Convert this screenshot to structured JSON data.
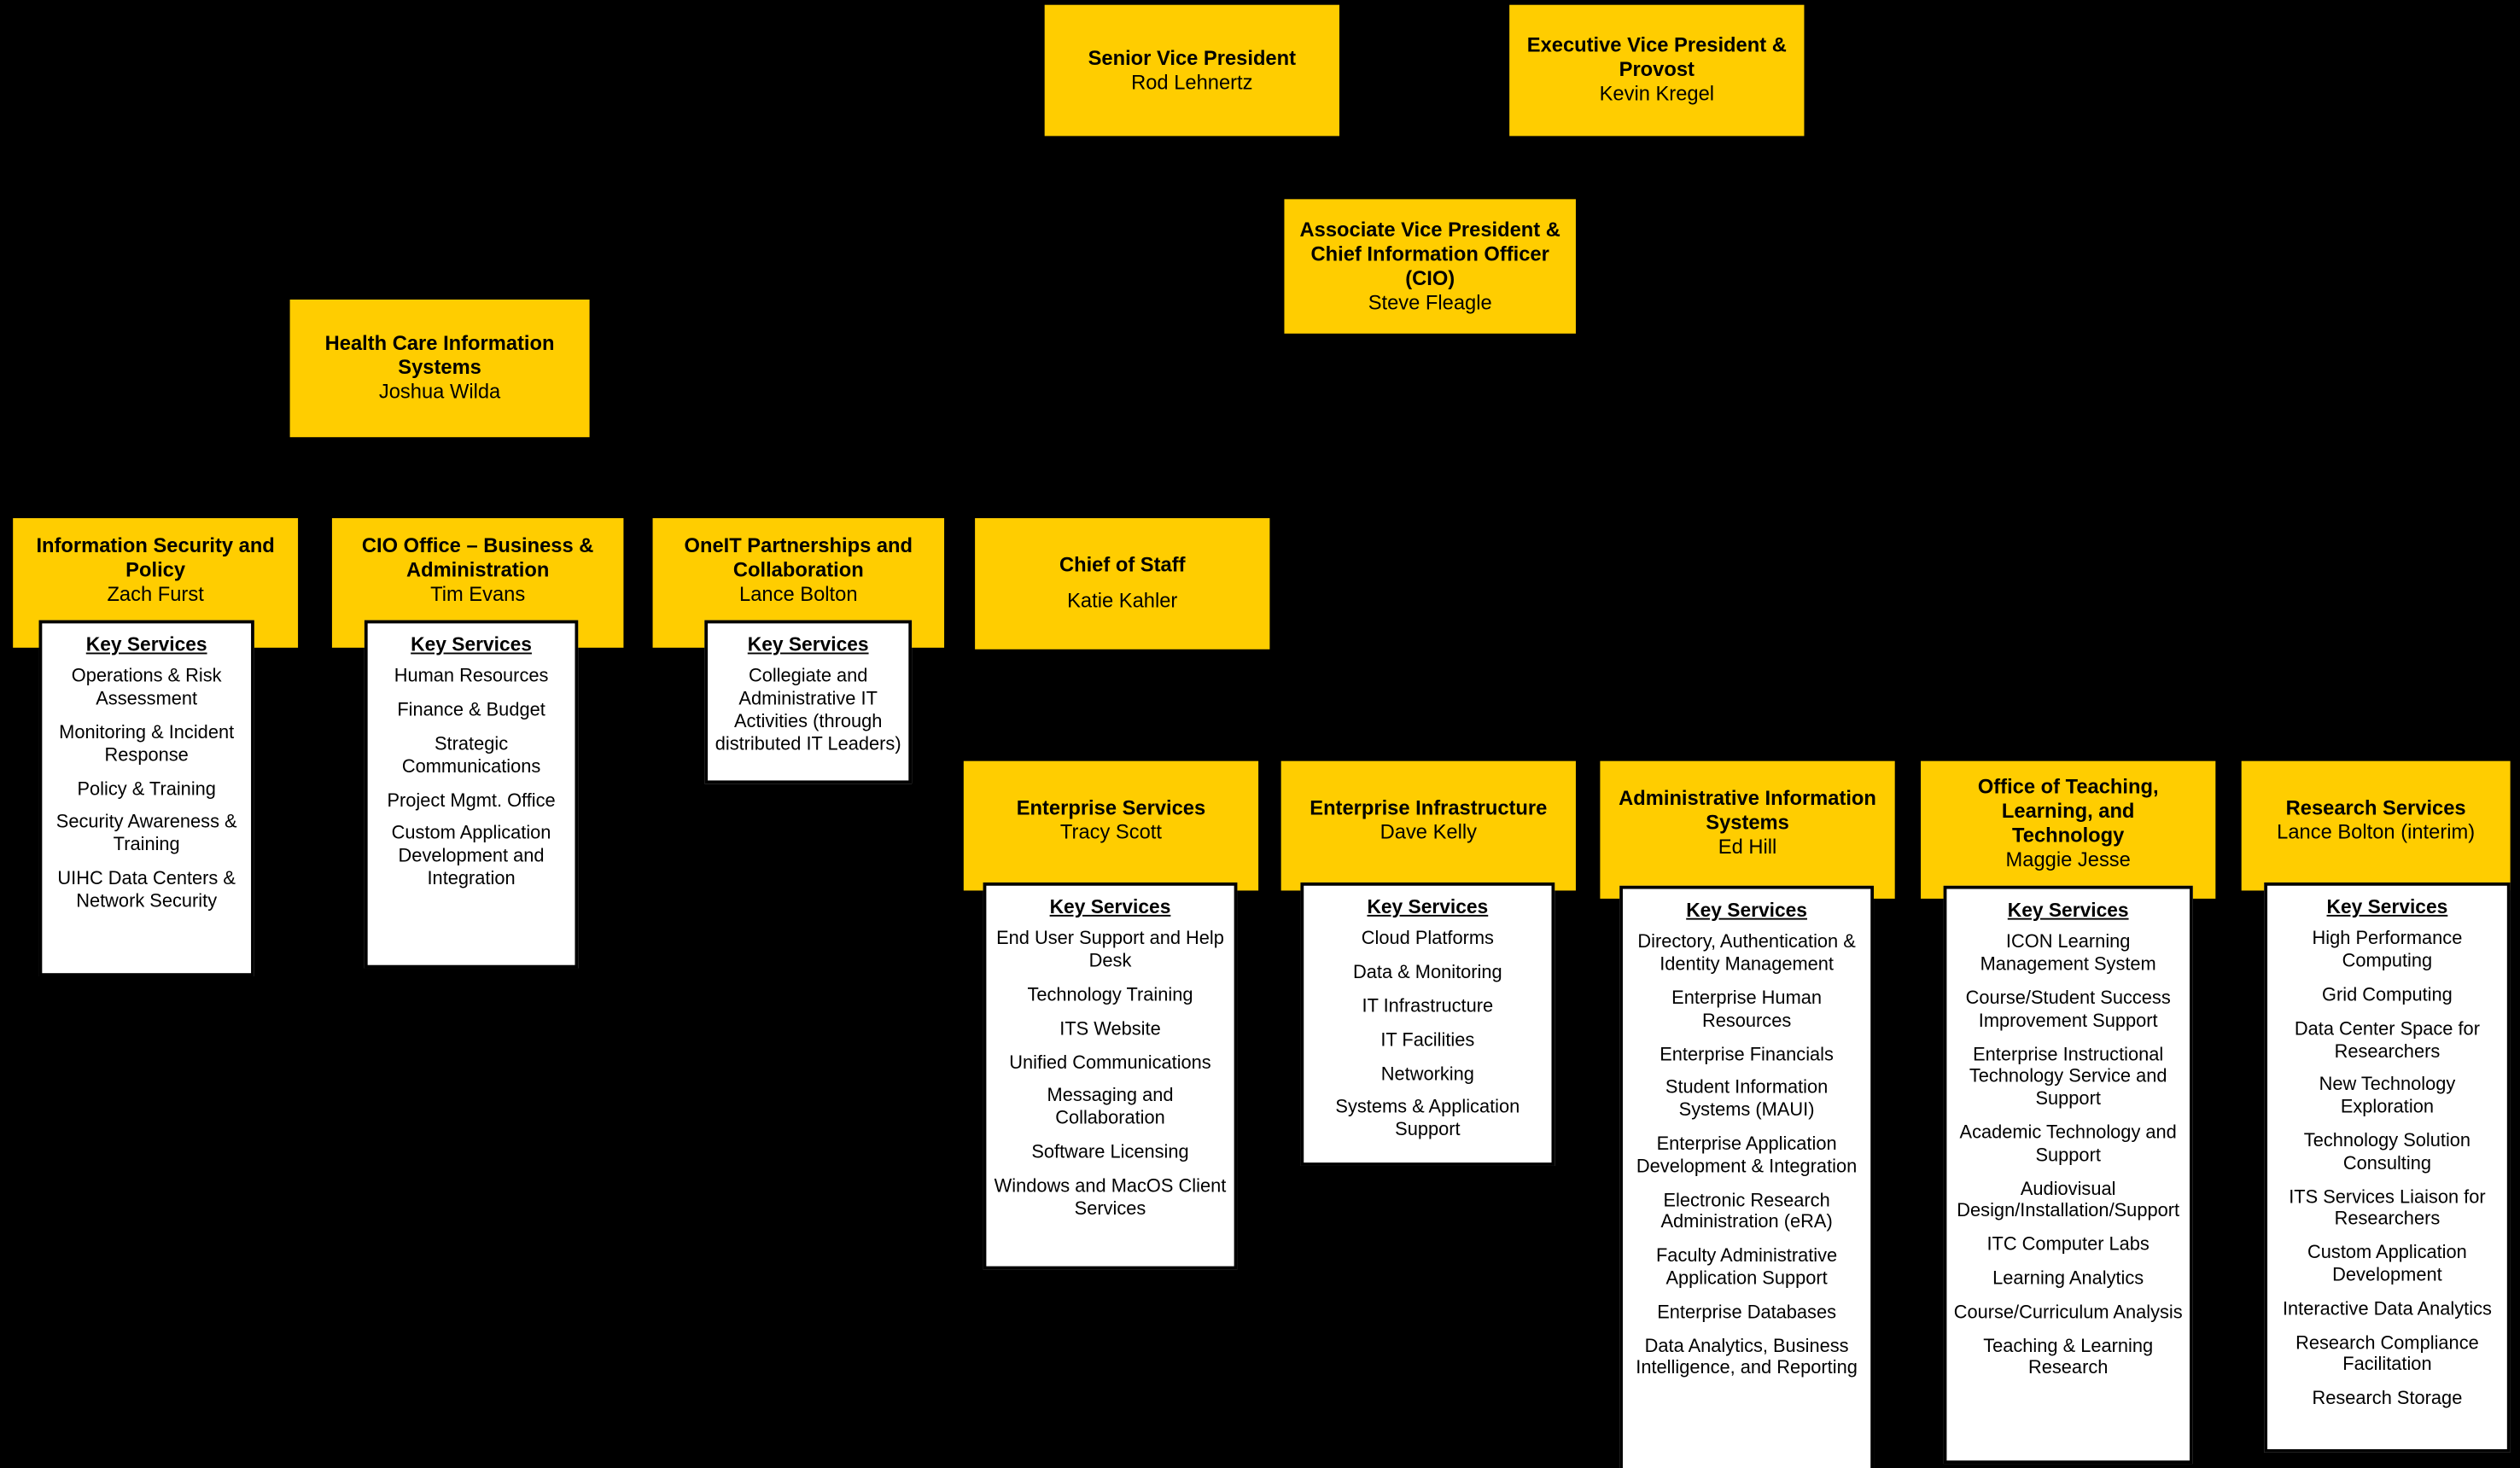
{
  "chart": {
    "type": "org-chart",
    "background_color": "#000000",
    "node_color": "#FFCD00",
    "node_text_color": "#000000",
    "services_box_color": "#FFFFFF",
    "key_services_heading": "Key Services",
    "nodes": [
      {
        "id": "senior-vice-president",
        "title": "Senior Vice President",
        "name": "Rod Lehnertz",
        "services": []
      },
      {
        "id": "executive-vice-president-provost",
        "title": "Executive Vice President & Provost",
        "name": "Kevin Kregel",
        "services": []
      },
      {
        "id": "associate-vice-president-cio",
        "title": "Associate Vice President & Chief Information Officer (CIO)",
        "name": "Steve Fleagle",
        "services": []
      },
      {
        "id": "health-care-information-systems",
        "title": "Health Care Information Systems",
        "name": "Joshua Wilda",
        "services": []
      },
      {
        "id": "information-security-and-policy",
        "title": "Information Security and Policy",
        "name": "Zach Furst",
        "services": [
          "Operations & Risk Assessment",
          "Monitoring & Incident Response",
          "Policy & Training",
          "Security Awareness & Training",
          "UIHC Data Centers & Network Security"
        ]
      },
      {
        "id": "cio-office-business-administration",
        "title": "CIO Office – Business & Administration",
        "name": "Tim Evans",
        "services": [
          "Human Resources",
          "Finance & Budget",
          "Strategic Communications",
          "Project Mgmt. Office",
          "Custom Application Development and Integration"
        ]
      },
      {
        "id": "oneit-partnerships-and-collaboration",
        "title": "OneIT Partnerships and Collaboration",
        "name": "Lance Bolton",
        "services": [
          "Collegiate and Administrative IT Activities (through distributed IT Leaders)"
        ]
      },
      {
        "id": "chief-of-staff",
        "title": "Chief of Staff",
        "name": "Katie Kahler",
        "services": []
      },
      {
        "id": "enterprise-services",
        "title": "Enterprise Services",
        "name": "Tracy Scott",
        "services": [
          "End User Support and Help Desk",
          "Technology Training",
          "ITS Website",
          "Unified Communications",
          "Messaging and Collaboration",
          "Software Licensing",
          "Windows and MacOS Client Services"
        ]
      },
      {
        "id": "enterprise-infrastructure",
        "title": "Enterprise Infrastructure",
        "name": "Dave Kelly",
        "services": [
          "Cloud Platforms",
          "Data & Monitoring",
          "IT Infrastructure",
          "IT Facilities",
          "Networking",
          "Systems & Application Support"
        ]
      },
      {
        "id": "administrative-information-systems",
        "title": "Administrative Information Systems",
        "name": "Ed Hill",
        "services": [
          "Directory, Authentication & Identity Management",
          "Enterprise Human Resources",
          "Enterprise Financials",
          "Student Information Systems (MAUI)",
          "Enterprise Application Development & Integration",
          "Electronic Research Administration (eRA)",
          "Faculty Administrative Application Support",
          "Enterprise Databases",
          "Data Analytics, Business Intelligence, and Reporting"
        ]
      },
      {
        "id": "office-of-teaching-learning-and-technology",
        "title": "Office of Teaching, Learning, and Technology",
        "name": "Maggie Jesse",
        "services": [
          "ICON Learning Management System",
          "Course/Student Success Improvement Support",
          "Enterprise Instructional Technology Service and Support",
          "Academic Technology and Support",
          "Audiovisual Design/Installation/Support",
          "ITC Computer Labs",
          "Learning Analytics",
          "Course/Curriculum Analysis",
          "Teaching & Learning Research"
        ]
      },
      {
        "id": "research-services",
        "title": "Research Services",
        "name": "Lance Bolton (interim)",
        "services": [
          "High Performance Computing",
          "Grid Computing",
          "Data Center Space for Researchers",
          "New Technology Exploration",
          "Technology Solution Consulting",
          "ITS Services Liaison for Researchers",
          "Custom Application Development",
          "Interactive Data Analytics",
          "Research Compliance Facilitation",
          "Research Storage"
        ]
      }
    ]
  }
}
